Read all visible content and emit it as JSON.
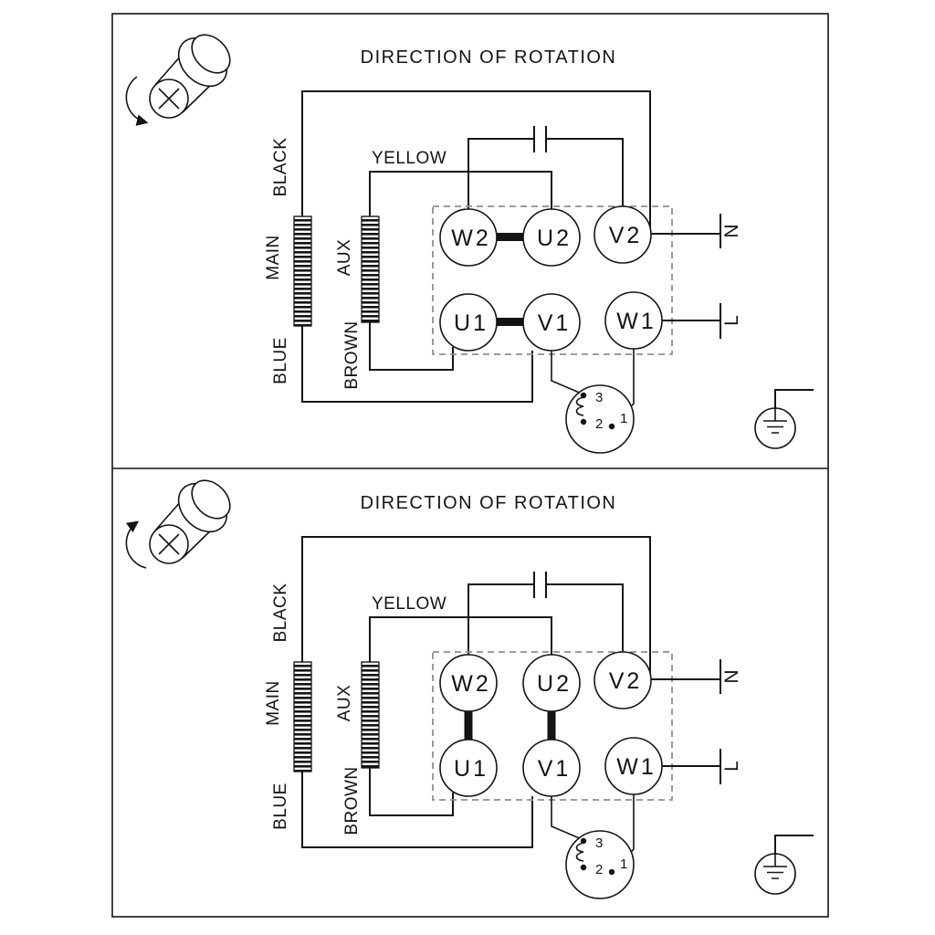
{
  "diagram": {
    "panels": [
      {
        "title": "DIRECTION OF ROTATION",
        "wire_labels": {
          "black": "BLACK",
          "main": "MAIN",
          "blue": "BLUE",
          "aux": "AUX",
          "brown": "BROWN",
          "yellow": "YELLOW"
        },
        "terminals": {
          "w2": "W2",
          "u2": "U2",
          "v2": "V2",
          "u1": "U1",
          "v1": "V1",
          "w1": "W1"
        },
        "supply": {
          "neutral": "N",
          "line": "L"
        },
        "thermal_pins": {
          "pin3": "3",
          "pin2": "2",
          "pin1": "1"
        },
        "bridge_links": [
          "W2-U2",
          "U1-V1"
        ]
      },
      {
        "title": "DIRECTION OF ROTATION",
        "wire_labels": {
          "black": "BLACK",
          "main": "MAIN",
          "blue": "BLUE",
          "aux": "AUX",
          "brown": "BROWN",
          "yellow": "YELLOW"
        },
        "terminals": {
          "w2": "W2",
          "u2": "U2",
          "v2": "V2",
          "u1": "U1",
          "v1": "V1",
          "w1": "W1"
        },
        "supply": {
          "neutral": "N",
          "line": "L"
        },
        "thermal_pins": {
          "pin3": "3",
          "pin2": "2",
          "pin1": "1"
        },
        "bridge_links": [
          "W2-U1",
          "U2-V1"
        ]
      }
    ],
    "colors": {
      "ink": "#141414",
      "dashed_box": "#8f8f8f",
      "background": "#ffffff"
    }
  }
}
